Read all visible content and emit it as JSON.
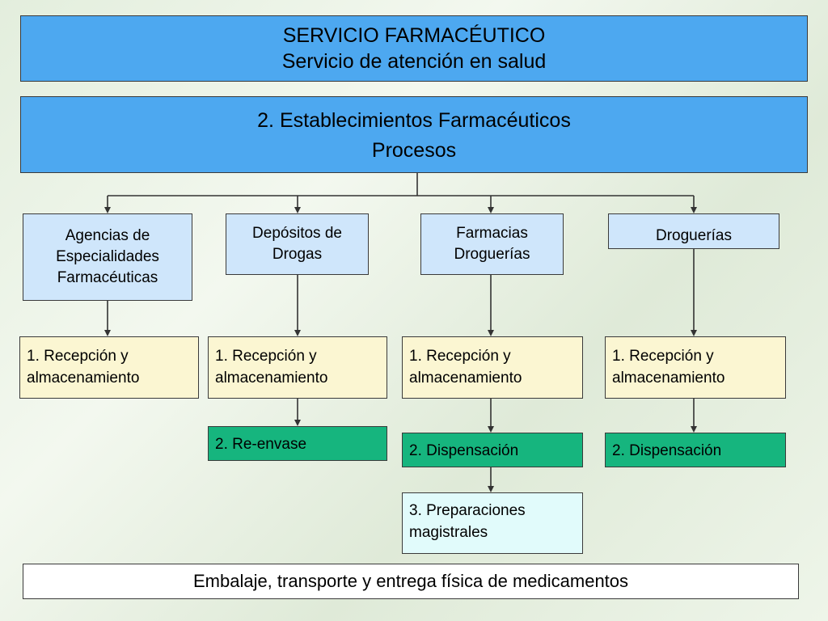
{
  "header": {
    "title": "SERVICIO FARMACÉUTICO",
    "subtitle": "Servicio de atención en salud"
  },
  "section": {
    "title": "2. Establecimientos Farmacéuticos",
    "subtitle": "Procesos"
  },
  "categories": [
    {
      "lines": [
        "Agencias de",
        "Especialidades",
        "Farmacéuticas"
      ]
    },
    {
      "lines": [
        "Depósitos de",
        "Drogas"
      ]
    },
    {
      "lines": [
        "Farmacias",
        "Droguerías"
      ]
    },
    {
      "lines": [
        "Droguerías"
      ]
    }
  ],
  "processes": {
    "reception": "1. Recepción y almacenamiento",
    "reenvase": "2. Re-envase",
    "dispensation": "2. Dispensación",
    "preparations": "3. Preparaciones magistrales"
  },
  "footer": {
    "text": "Embalaje, transporte y entrega física de medicamentos"
  }
}
